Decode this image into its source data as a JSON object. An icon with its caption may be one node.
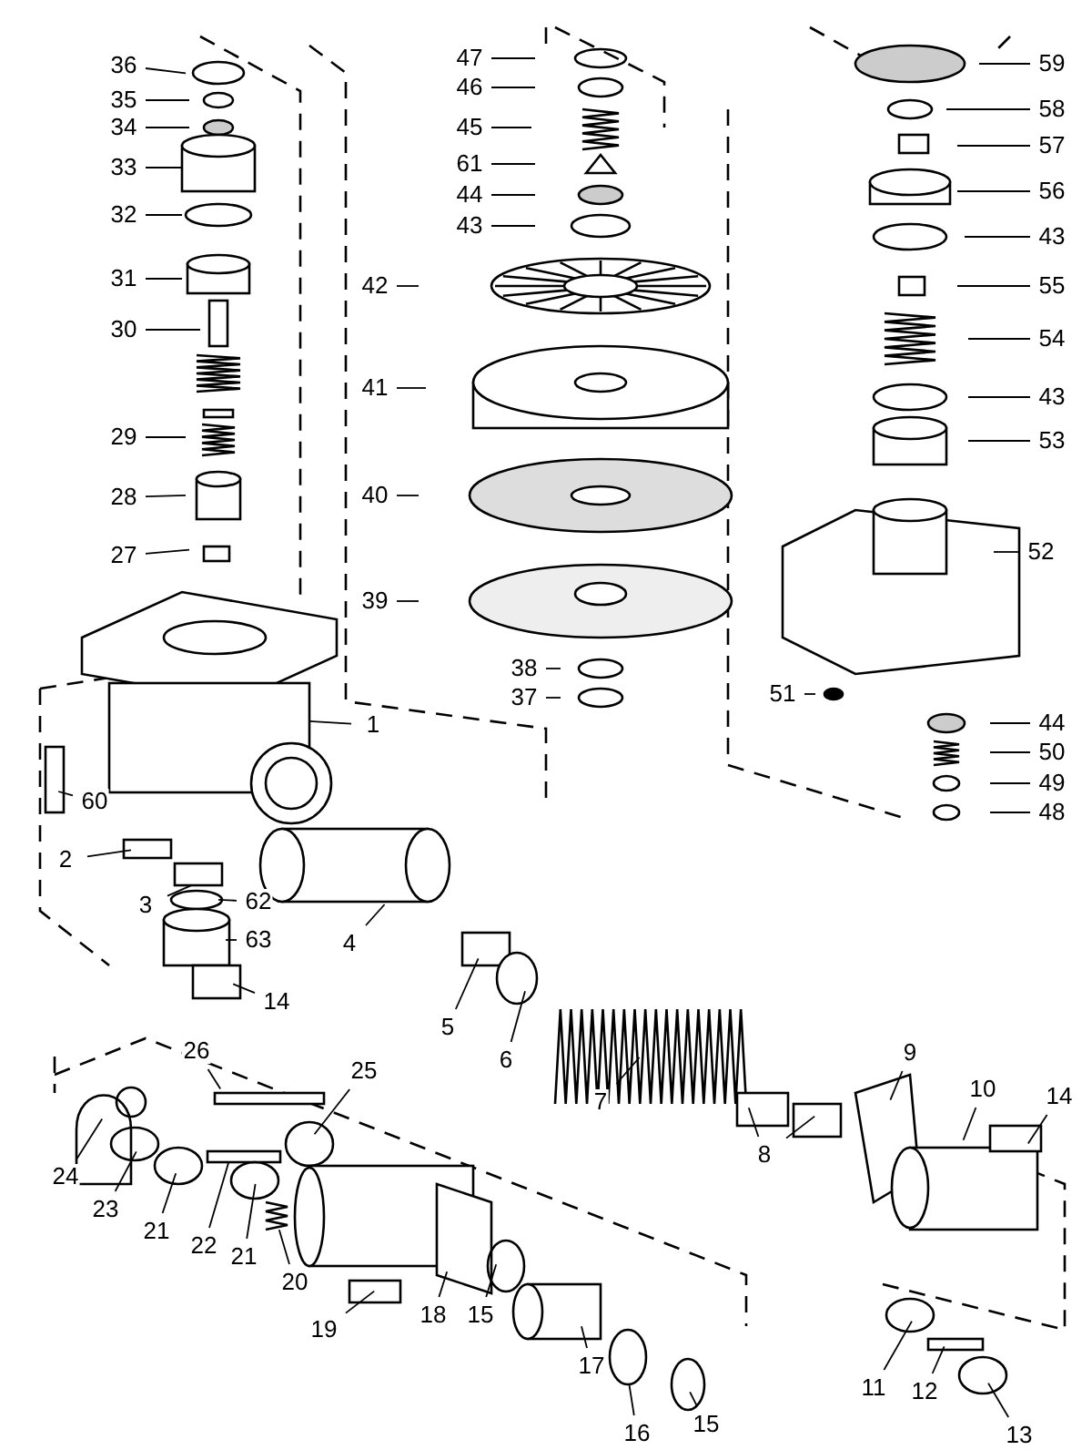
{
  "diagram": {
    "nodes": [
      {
        "text": [
          "36"
        ]
      },
      {
        "text": [
          "35"
        ]
      },
      {
        "text": [
          "34"
        ]
      },
      {
        "text": [
          "33"
        ]
      },
      {
        "text": [
          "32"
        ]
      },
      {
        "text": [
          "31"
        ]
      },
      {
        "text": [
          "30"
        ]
      },
      {
        "text": [
          "29"
        ]
      },
      {
        "text": [
          "28"
        ]
      },
      {
        "text": [
          "27"
        ]
      },
      {
        "text": [
          "1"
        ]
      },
      {
        "text": [
          "60"
        ]
      },
      {
        "text": [
          "2"
        ]
      },
      {
        "text": [
          "3"
        ]
      },
      {
        "text": [
          "62"
        ]
      },
      {
        "text": [
          "63"
        ]
      },
      {
        "text": [
          "14"
        ]
      },
      {
        "text": [
          "4"
        ]
      },
      {
        "text": [
          "5"
        ]
      },
      {
        "text": [
          "6"
        ]
      },
      {
        "text": [
          "7"
        ]
      },
      {
        "text": [
          "8"
        ]
      },
      {
        "text": [
          "9"
        ]
      },
      {
        "text": [
          "10"
        ]
      },
      {
        "text": [
          "14"
        ]
      },
      {
        "text": [
          "11"
        ]
      },
      {
        "text": [
          "12"
        ]
      },
      {
        "text": [
          "13"
        ]
      },
      {
        "text": [
          "24"
        ]
      },
      {
        "text": [
          "23"
        ]
      },
      {
        "text": [
          "21"
        ]
      },
      {
        "text": [
          "22"
        ]
      },
      {
        "text": [
          "26"
        ]
      },
      {
        "text": [
          "25"
        ]
      },
      {
        "text": [
          "21"
        ]
      },
      {
        "text": [
          "20"
        ]
      },
      {
        "text": [
          "19"
        ]
      },
      {
        "text": [
          "18"
        ]
      },
      {
        "text": [
          "15"
        ]
      },
      {
        "text": [
          "17"
        ]
      },
      {
        "text": [
          "16"
        ]
      },
      {
        "text": [
          "15"
        ]
      },
      {
        "text": [
          "47"
        ]
      },
      {
        "text": [
          "46"
        ]
      },
      {
        "text": [
          "45"
        ]
      },
      {
        "text": [
          "61"
        ]
      },
      {
        "text": [
          "44"
        ]
      },
      {
        "text": [
          "43"
        ]
      },
      {
        "text": [
          "42"
        ]
      },
      {
        "text": [
          "41"
        ]
      },
      {
        "text": [
          "40"
        ]
      },
      {
        "text": [
          "39"
        ]
      },
      {
        "text": [
          "38"
        ]
      },
      {
        "text": [
          "37"
        ]
      },
      {
        "text": [
          "59"
        ]
      },
      {
        "text": [
          "58"
        ]
      },
      {
        "text": [
          "57"
        ]
      },
      {
        "text": [
          "56"
        ]
      },
      {
        "text": [
          "43"
        ]
      },
      {
        "text": [
          "55"
        ]
      },
      {
        "text": [
          "54"
        ]
      },
      {
        "text": [
          "43"
        ]
      },
      {
        "text": [
          "53"
        ]
      },
      {
        "text": [
          "52"
        ]
      },
      {
        "text": [
          "51"
        ]
      },
      {
        "text": [
          "44"
        ]
      },
      {
        "text": [
          "50"
        ]
      },
      {
        "text": [
          "49"
        ]
      },
      {
        "text": [
          "48"
        ]
      }
    ],
    "edges": [
      {
        "from": 0,
        "to": null,
        "arrow": "none"
      },
      {
        "from": 1,
        "to": null,
        "arrow": "none"
      },
      {
        "from": 2,
        "to": null,
        "arrow": "none"
      },
      {
        "from": 3,
        "to": null,
        "arrow": "none"
      },
      {
        "from": 4,
        "to": null,
        "arrow": "none"
      },
      {
        "from": 5,
        "to": null,
        "arrow": "none"
      },
      {
        "from": 6,
        "to": null,
        "arrow": "none"
      },
      {
        "from": 7,
        "to": null,
        "arrow": "none"
      },
      {
        "from": 8,
        "to": null,
        "arrow": "none"
      },
      {
        "from": 9,
        "to": null,
        "arrow": "none"
      },
      {
        "from": 10,
        "to": null,
        "arrow": "none"
      },
      {
        "from": 11,
        "to": null,
        "arrow": "none"
      },
      {
        "from": 12,
        "to": null,
        "arrow": "none"
      },
      {
        "from": 13,
        "to": null,
        "arrow": "none"
      },
      {
        "from": 14,
        "to": null,
        "arrow": "none"
      },
      {
        "from": 15,
        "to": null,
        "arrow": "none"
      },
      {
        "from": 16,
        "to": null,
        "arrow": "none"
      },
      {
        "from": 17,
        "to": null,
        "arrow": "none"
      },
      {
        "from": 18,
        "to": null,
        "arrow": "none"
      },
      {
        "from": 19,
        "to": null,
        "arrow": "none"
      },
      {
        "from": 20,
        "to": null,
        "arrow": "none"
      },
      {
        "from": 21,
        "to": null,
        "arrow": "none"
      },
      {
        "from": 21,
        "to": null,
        "arrow": "none"
      },
      {
        "from": 22,
        "to": null,
        "arrow": "none"
      },
      {
        "from": 23,
        "to": null,
        "arrow": "none"
      },
      {
        "from": 24,
        "to": null,
        "arrow": "none"
      },
      {
        "from": 25,
        "to": null,
        "arrow": "none"
      },
      {
        "from": 26,
        "to": null,
        "arrow": "none"
      },
      {
        "from": 27,
        "to": null,
        "arrow": "none"
      },
      {
        "from": 28,
        "to": null,
        "arrow": "none"
      },
      {
        "from": 29,
        "to": null,
        "arrow": "none"
      },
      {
        "from": 30,
        "to": null,
        "arrow": "none"
      },
      {
        "from": 31,
        "to": null,
        "arrow": "none"
      },
      {
        "from": 32,
        "to": null,
        "arrow": "none"
      },
      {
        "from": 33,
        "to": null,
        "arrow": "none"
      },
      {
        "from": 34,
        "to": null,
        "arrow": "none"
      },
      {
        "from": 35,
        "to": null,
        "arrow": "none"
      },
      {
        "from": 36,
        "to": null,
        "arrow": "none"
      },
      {
        "from": 37,
        "to": null,
        "arrow": "none"
      },
      {
        "from": 38,
        "to": null,
        "arrow": "none"
      },
      {
        "from": 39,
        "to": null,
        "arrow": "none"
      },
      {
        "from": 40,
        "to": null,
        "arrow": "none"
      },
      {
        "from": 41,
        "to": null,
        "arrow": "none"
      },
      {
        "from": 42,
        "to": null,
        "arrow": "none"
      },
      {
        "from": 43,
        "to": null,
        "arrow": "none"
      },
      {
        "from": 44,
        "to": null,
        "arrow": "none"
      },
      {
        "from": 45,
        "to": null,
        "arrow": "none"
      },
      {
        "from": 46,
        "to": null,
        "arrow": "none"
      },
      {
        "from": 47,
        "to": null,
        "arrow": "none"
      },
      {
        "from": 48,
        "to": null,
        "arrow": "none"
      },
      {
        "from": 49,
        "to": null,
        "arrow": "none"
      },
      {
        "from": 50,
        "to": null,
        "arrow": "none"
      },
      {
        "from": 51,
        "to": null,
        "arrow": "none"
      },
      {
        "from": 52,
        "to": null,
        "arrow": "none"
      },
      {
        "from": 53,
        "to": null,
        "arrow": "none"
      },
      {
        "from": 54,
        "to": null,
        "arrow": "none"
      },
      {
        "from": 55,
        "to": null,
        "arrow": "none"
      },
      {
        "from": 56,
        "to": null,
        "arrow": "none"
      },
      {
        "from": 57,
        "to": null,
        "arrow": "none"
      },
      {
        "from": 58,
        "to": null,
        "arrow": "none"
      },
      {
        "from": 59,
        "to": null,
        "arrow": "none"
      },
      {
        "from": 60,
        "to": null,
        "arrow": "none"
      },
      {
        "from": 61,
        "to": null,
        "arrow": "none"
      },
      {
        "from": 62,
        "to": null,
        "arrow": "none"
      },
      {
        "from": 63,
        "to": null,
        "arrow": "none"
      },
      {
        "from": 64,
        "to": null,
        "arrow": "none"
      },
      {
        "from": 65,
        "to": null,
        "arrow": "none"
      },
      {
        "from": 66,
        "to": null,
        "arrow": "none"
      },
      {
        "from": 67,
        "to": null,
        "arrow": "none"
      },
      {
        "from": 68,
        "to": null,
        "arrow": "none"
      }
    ]
  }
}
